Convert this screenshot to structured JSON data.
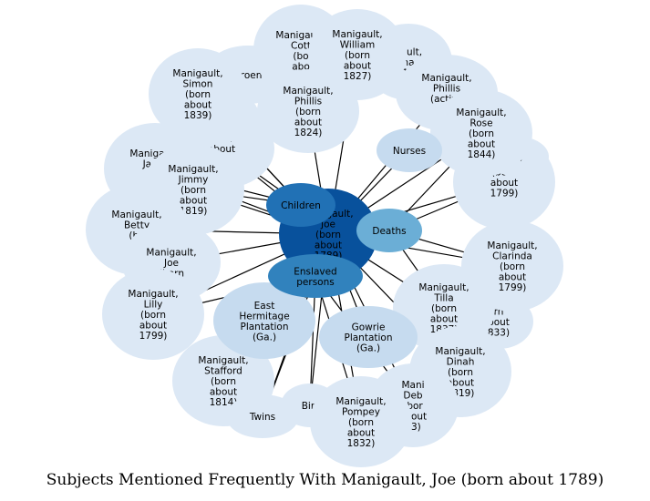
{
  "caption": "Subjects Mentioned Frequently With Manigault, Joe (born about 1789)",
  "colors": {
    "outer": "#dce8f5",
    "outer_mid": "#c6dbef",
    "center": "#08519c",
    "hub_children": "#2171b5",
    "hub_enslaved": "#3182bd",
    "hub_deaths": "#6baed6",
    "edge": "#000000"
  },
  "nodes": [
    {
      "id": "partial-topleft",
      "lines": [
        "Broen"
      ],
      "tone": "outer"
    },
    {
      "id": "partial-top-1",
      "lines": [
        "Manigault,",
        "Cott",
        "(bo",
        "abo"
      ],
      "tone": "outer"
    },
    {
      "id": "partial-top-2",
      "lines": [
        "gault,",
        "na",
        "18"
      ],
      "tone": "outer"
    },
    {
      "id": "partial-left-1",
      "lines": [
        "born",
        "about",
        "n)"
      ],
      "tone": "outer"
    },
    {
      "id": "partial-left-2",
      "lines": [
        "t,"
      ],
      "tone": "outer"
    },
    {
      "id": "partial-right-1",
      "lines": [
        "(born",
        "about",
        "1799)"
      ],
      "tone": "outer"
    },
    {
      "id": "partial-right-2",
      "lines": [
        "C,"
      ],
      "tone": "outer"
    },
    {
      "id": "partial-right-3",
      "lines": [
        "rn",
        "bout",
        "833)"
      ],
      "tone": "outer"
    },
    {
      "id": "partial-bottom",
      "lines": [
        "Birt"
      ],
      "tone": "outer"
    },
    {
      "id": "william",
      "lines": [
        "Manigault,",
        "William",
        "(born",
        "about",
        "1827)"
      ],
      "tone": "outer"
    },
    {
      "id": "simon",
      "lines": [
        "Manigault,",
        "Simon",
        "(born",
        "about",
        "1839)"
      ],
      "tone": "outer"
    },
    {
      "id": "phillis-active",
      "lines": [
        "Manigault,",
        "Phillis",
        "(active",
        "1"
      ],
      "tone": "outer"
    },
    {
      "id": "phillis-1824",
      "lines": [
        "Manigault,",
        "Phillis",
        "(born",
        "about",
        "1824)"
      ],
      "tone": "outer"
    },
    {
      "id": "rose",
      "lines": [
        "Manigault,",
        "Rose",
        "(born",
        "about",
        "1844)"
      ],
      "tone": "outer"
    },
    {
      "id": "jacks",
      "lines": [
        "Manigault,",
        "Jacks",
        "(b",
        "a"
      ],
      "tone": "outer"
    },
    {
      "id": "jimmy",
      "lines": [
        "Manigault,",
        "Jimmy",
        "(born",
        "about",
        "1819)"
      ],
      "tone": "outer"
    },
    {
      "id": "betty",
      "lines": [
        "Manigault,",
        "Betty",
        "(bo",
        "a"
      ],
      "tone": "outer"
    },
    {
      "id": "joe2",
      "lines": [
        "Manigault,",
        "Joe",
        "(born"
      ],
      "tone": "outer"
    },
    {
      "id": "lilly",
      "lines": [
        "Manigault,",
        "Lilly",
        "(born",
        "about",
        "1799)"
      ],
      "tone": "outer"
    },
    {
      "id": "clarinda",
      "lines": [
        "Manigault,",
        "Clarinda",
        "(born",
        "about",
        "1799)"
      ],
      "tone": "outer"
    },
    {
      "id": "tilla",
      "lines": [
        "Manigault,",
        "Tilla",
        "(born",
        "about",
        "1837)"
      ],
      "tone": "outer"
    },
    {
      "id": "dinah",
      "lines": [
        "Manigault,",
        "Dinah",
        "(born",
        "about",
        "1819)"
      ],
      "tone": "outer"
    },
    {
      "id": "stafford",
      "lines": [
        "Manigault,",
        "Stafford",
        "(born",
        "about",
        "1814)"
      ],
      "tone": "outer"
    },
    {
      "id": "deb",
      "lines": [
        "Mani",
        "Deb",
        "(bor",
        "about",
        "43)"
      ],
      "tone": "outer"
    },
    {
      "id": "pompey",
      "lines": [
        "Manigault,",
        "Pompey",
        "(born",
        "about",
        "1832)"
      ],
      "tone": "outer"
    },
    {
      "id": "twins",
      "lines": [
        "Twins"
      ],
      "tone": "outer"
    },
    {
      "id": "nurses",
      "lines": [
        "Nurses"
      ],
      "tone": "outer_mid"
    },
    {
      "id": "east-hermitage",
      "lines": [
        "East",
        "Hermitage",
        "Plantation",
        "(Ga.)"
      ],
      "tone": "outer_mid"
    },
    {
      "id": "gowrie",
      "lines": [
        "Gowrie",
        "Plantation",
        "(Ga.)"
      ],
      "tone": "outer_mid"
    },
    {
      "id": "center",
      "lines": [
        "Manigault,",
        "Joe",
        "(born",
        "about",
        "1789)"
      ],
      "tone": "center"
    },
    {
      "id": "children",
      "lines": [
        "Children"
      ],
      "tone": "hub_children"
    },
    {
      "id": "enslaved",
      "lines": [
        "Enslaved",
        "persons"
      ],
      "tone": "hub_enslaved"
    },
    {
      "id": "deaths",
      "lines": [
        "Deaths"
      ],
      "tone": "hub_deaths"
    }
  ]
}
